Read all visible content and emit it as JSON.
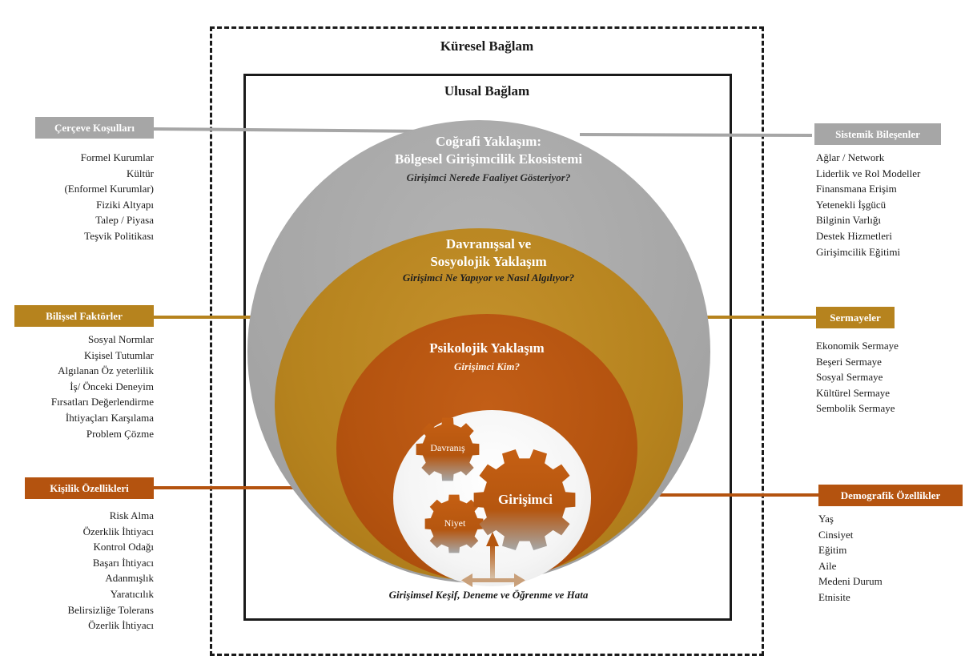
{
  "contexts": {
    "global": "Küresel Bağlam",
    "national": "Ulusal Bağlam"
  },
  "layers": {
    "geographic": {
      "title_line1": "Coğrafi Yaklaşım:",
      "title_line2": "Bölgesel Girişimcilik Ekosistemi",
      "question": "Girişimci Nerede Faaliyet Gösteriyor?"
    },
    "behavioral": {
      "title_line1": "Davranışsal ve",
      "title_line2": "Sosyolojik Yaklaşım",
      "question": "Girişimci Ne Yapıyor ve Nasıl Algılıyor?"
    },
    "psychological": {
      "title": "Psikolojik Yaklaşım",
      "question": "Girişimci Kim?"
    }
  },
  "gears": {
    "behavior": "Davranış",
    "intention": "Niyet",
    "entrepreneur": "Girişimci"
  },
  "bottom_label": "Girişimsel Keşif, Deneme ve Öğrenme ve Hata",
  "left": {
    "framework": {
      "label": "Çerçeve Koşulları",
      "items": [
        "Formel Kurumlar",
        "Kültür",
        "(Enformel Kurumlar)",
        "Fiziki Altyapı",
        "Talep / Piyasa",
        "Teşvik Politikası"
      ]
    },
    "cognitive": {
      "label": "Bilişsel Faktörler",
      "items": [
        "Sosyal Normlar",
        "Kişisel Tutumlar",
        "Algılanan Öz yeterlilik",
        "İş/ Önceki Deneyim",
        "Fırsatları Değerlendirme",
        "İhtiyaçları Karşılama",
        "Problem Çözme"
      ]
    },
    "personality": {
      "label": "Kişilik Özellikleri",
      "items": [
        "Risk Alma",
        "Özerklik İhtiyacı",
        "Kontrol Odağı",
        "Başarı İhtiyacı",
        "Adanmışlık",
        "Yaratıcılık",
        "Belirsizliğe Tolerans",
        "Özerlik İhtiyacı"
      ]
    }
  },
  "right": {
    "systemic": {
      "label": "Sistemik Bileşenler",
      "items": [
        "Ağlar / Network",
        "Liderlik ve Rol Modeller",
        "Finansmana Erişim",
        "Yetenekli İşgücü",
        "Bilginin Varlığı",
        "Destek Hizmetleri",
        "Girişimcilik Eğitimi"
      ]
    },
    "capitals": {
      "label": "Sermayeler",
      "items": [
        "Ekonomik Sermaye",
        "Beşeri Sermaye",
        "Sosyal Sermaye",
        "Kültürel Sermaye",
        "Sembolik Sermaye"
      ]
    },
    "demographic": {
      "label": "Demografik Özellikler",
      "items": [
        "Yaş",
        "Cinsiyet",
        "Eğitim",
        "Aile",
        "Medeni Durum",
        "Etnisite"
      ]
    }
  },
  "colors": {
    "gray": "#a6a6a6",
    "gold": "#b6831e",
    "rust": "#b4530f",
    "black": "#1a1a1a"
  }
}
